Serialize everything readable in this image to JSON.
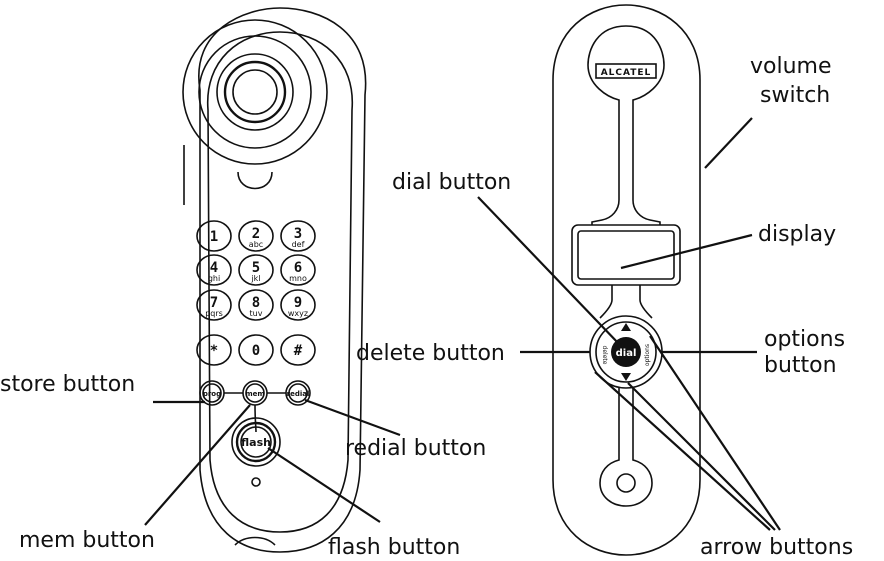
{
  "labels": {
    "store_button": "store button",
    "mem_button": "mem button",
    "flash_button": "flash button",
    "redial_button": "redial button",
    "dial_button": "dial button",
    "delete_button": "delete button",
    "options_button_line1": "options",
    "options_button_line2": "button",
    "volume_switch_line1": "volume",
    "volume_switch_line2": "switch",
    "display": "display",
    "arrow_buttons": "arrow buttons"
  },
  "handset": {
    "keys": [
      {
        "digit": "1",
        "letters": ""
      },
      {
        "digit": "2",
        "letters": "abc"
      },
      {
        "digit": "3",
        "letters": "def"
      },
      {
        "digit": "4",
        "letters": "ghi"
      },
      {
        "digit": "5",
        "letters": "jkl"
      },
      {
        "digit": "6",
        "letters": "mno"
      },
      {
        "digit": "7",
        "letters": "pqrs"
      },
      {
        "digit": "8",
        "letters": "tuv"
      },
      {
        "digit": "9",
        "letters": "wxyz"
      },
      {
        "digit": "*",
        "letters": ""
      },
      {
        "digit": "0",
        "letters": ""
      },
      {
        "digit": "#",
        "letters": ""
      }
    ],
    "prog_label": "prog",
    "mem_label": "mem",
    "redial_label": "redial",
    "flash_label": "flash"
  },
  "back": {
    "brand": "ALCATEL",
    "dial_label": "dial",
    "delete_label": "delete",
    "options_label": "options"
  }
}
